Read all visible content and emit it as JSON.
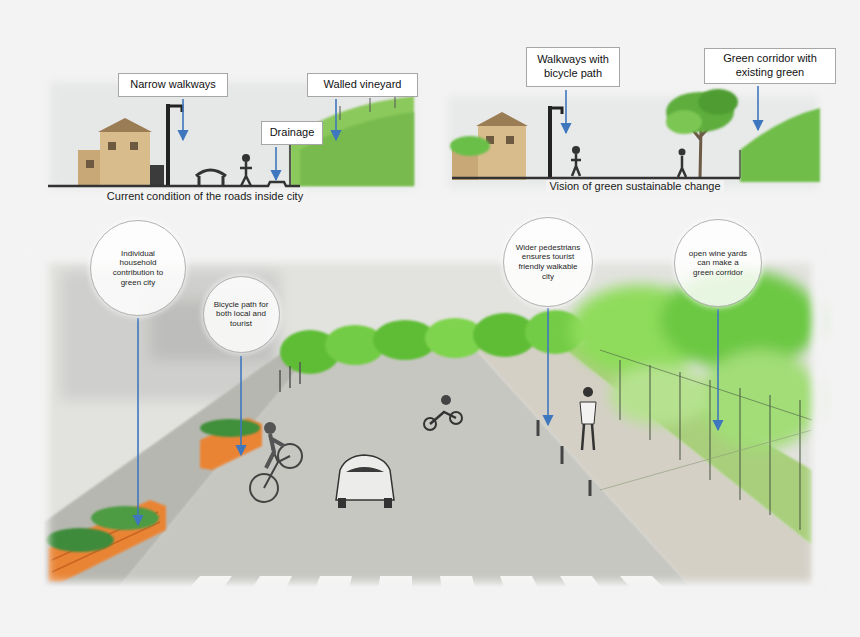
{
  "diagram": {
    "nodes": [
      {
        "text": [
          "Narrow walkways"
        ]
      },
      {
        "text": [
          "Walled vineyard"
        ]
      },
      {
        "text": [
          "Drainage"
        ]
      },
      {
        "text": [
          "Walkways with bicycle path"
        ]
      },
      {
        "text": [
          "Green corridor with existing green"
        ]
      },
      {
        "text": [
          "Individual household contribution to green city"
        ]
      },
      {
        "text": [
          "Bicycle path for both local and tourist"
        ]
      },
      {
        "text": [
          "Wider pedestrians ensures tourist friendly walkable city"
        ]
      },
      {
        "text": [
          "open wine yards can make a green corridor"
        ]
      }
    ],
    "labels": [
      "Current condition of the roads inside city",
      "Vision of green sustainable change"
    ]
  }
}
